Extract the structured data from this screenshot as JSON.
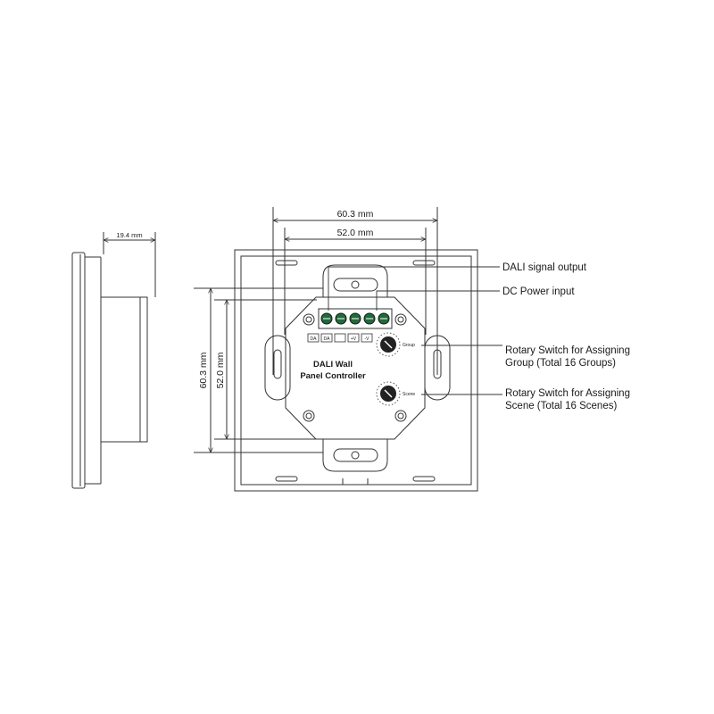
{
  "dimensions": {
    "side_depth": "19.4 mm",
    "outer_width": "60.3 mm",
    "inner_width": "52.0 mm",
    "outer_height": "60.3 mm",
    "inner_height": "52.0 mm"
  },
  "device": {
    "title_line1": "DALI Wall",
    "title_line2": "Panel Controller",
    "terminal_labels": [
      "DA",
      "DA",
      "",
      "+V",
      "-V"
    ],
    "group_switch_label": "Group",
    "scene_switch_label": "Scene"
  },
  "callouts": {
    "dali_signal": "DALI signal output",
    "dc_power": "DC Power input",
    "group_line1": "Rotary Switch for Assigning",
    "group_line2": "Group  (Total 16 Groups)",
    "scene_line1": "Rotary Switch for Assigning",
    "scene_line2": "Scene (Total 16 Scenes)"
  },
  "colors": {
    "line": "#333333",
    "terminal_fill": "#1f6b3a"
  }
}
